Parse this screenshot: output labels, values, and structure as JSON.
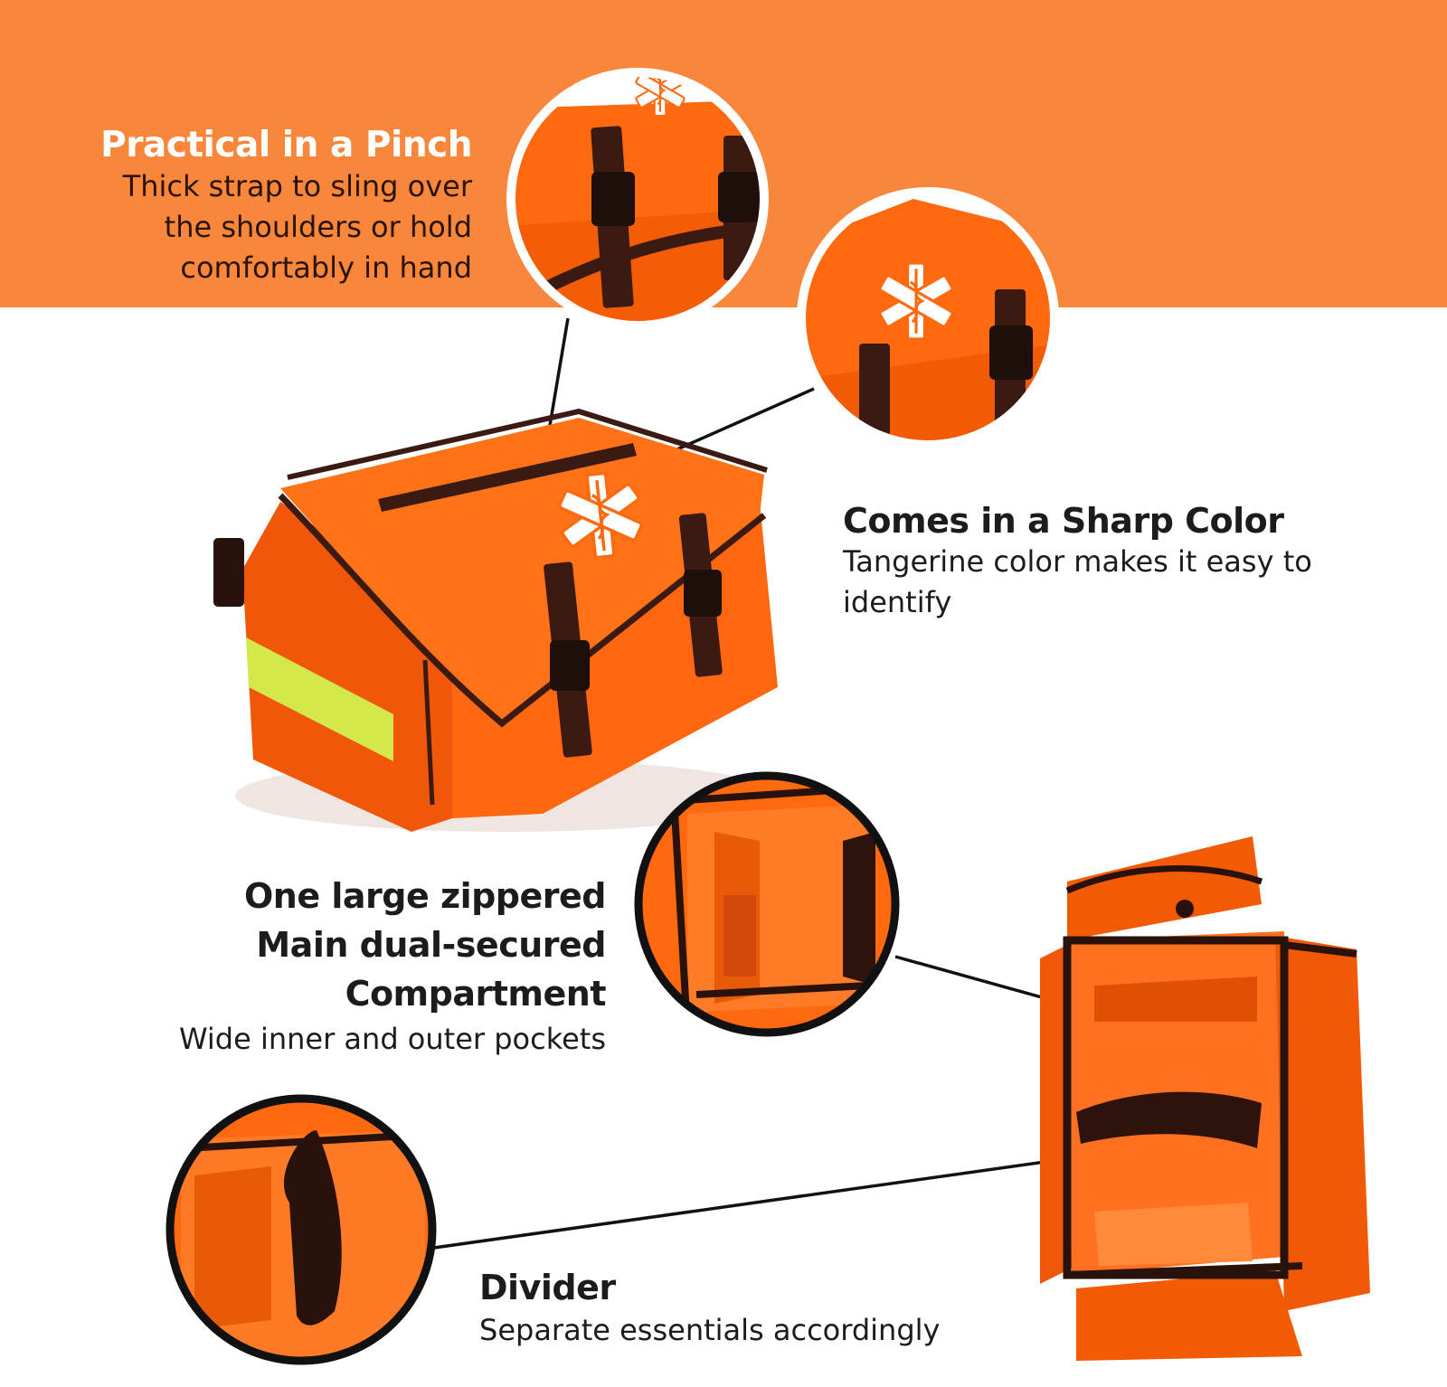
{
  "features": [
    {
      "title": "Practical in a Pinch",
      "lines": [
        "Thick strap to sling over",
        "the shoulders or hold",
        "comfortably in hand"
      ]
    },
    {
      "title": "Comes in a Sharp Color",
      "lines": [
        "Tangerine color makes it easy to",
        "identify"
      ]
    },
    {
      "title_lines": [
        "One large zippered",
        "Main dual-secured",
        "Compartment"
      ],
      "lines": [
        "Wide inner and outer pockets"
      ]
    },
    {
      "title": "Divider",
      "lines": [
        "Separate essentials accordingly"
      ]
    }
  ],
  "colors": {
    "banner": "#f9873b",
    "bag_orange": "#ff6a10",
    "strap_brown": "#3a1a12",
    "reflective_stripe": "#d4e84a",
    "text_dark": "#1c1c1c",
    "text_white": "#ffffff"
  },
  "icons": [
    "star-of-life-icon"
  ]
}
